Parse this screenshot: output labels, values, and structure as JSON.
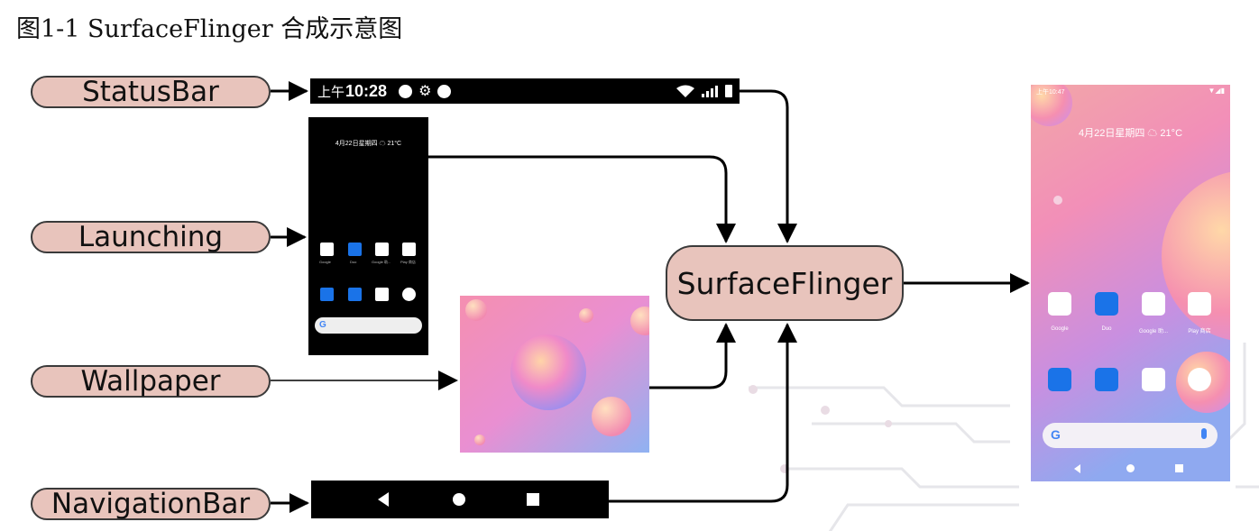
{
  "caption": "图1-1  SurfaceFlinger 合成示意图",
  "inputs": {
    "statusbar": "StatusBar",
    "launching": "Launching",
    "wallpaper": "Wallpaper",
    "navigationbar": "NavigationBar"
  },
  "compositor": "SurfaceFlinger",
  "statusbar_strip": {
    "time_prefix": "上午",
    "time": "10:28"
  },
  "launcher_panel": {
    "date": "4月22日星期四 ☁ 21°C",
    "apps": [
      "Google",
      "Duo",
      "Google 助...",
      "Play 商店"
    ]
  },
  "result_phone": {
    "status": "上午10:47",
    "date": "4月22日星期四 ☁ 21°C",
    "apps": [
      "Google",
      "Duo",
      "Google 助...",
      "Play 商店"
    ]
  },
  "colors": {
    "node_fill": "#e8c4bc",
    "node_border": "#3a3a3a",
    "arrow": "#000000"
  }
}
